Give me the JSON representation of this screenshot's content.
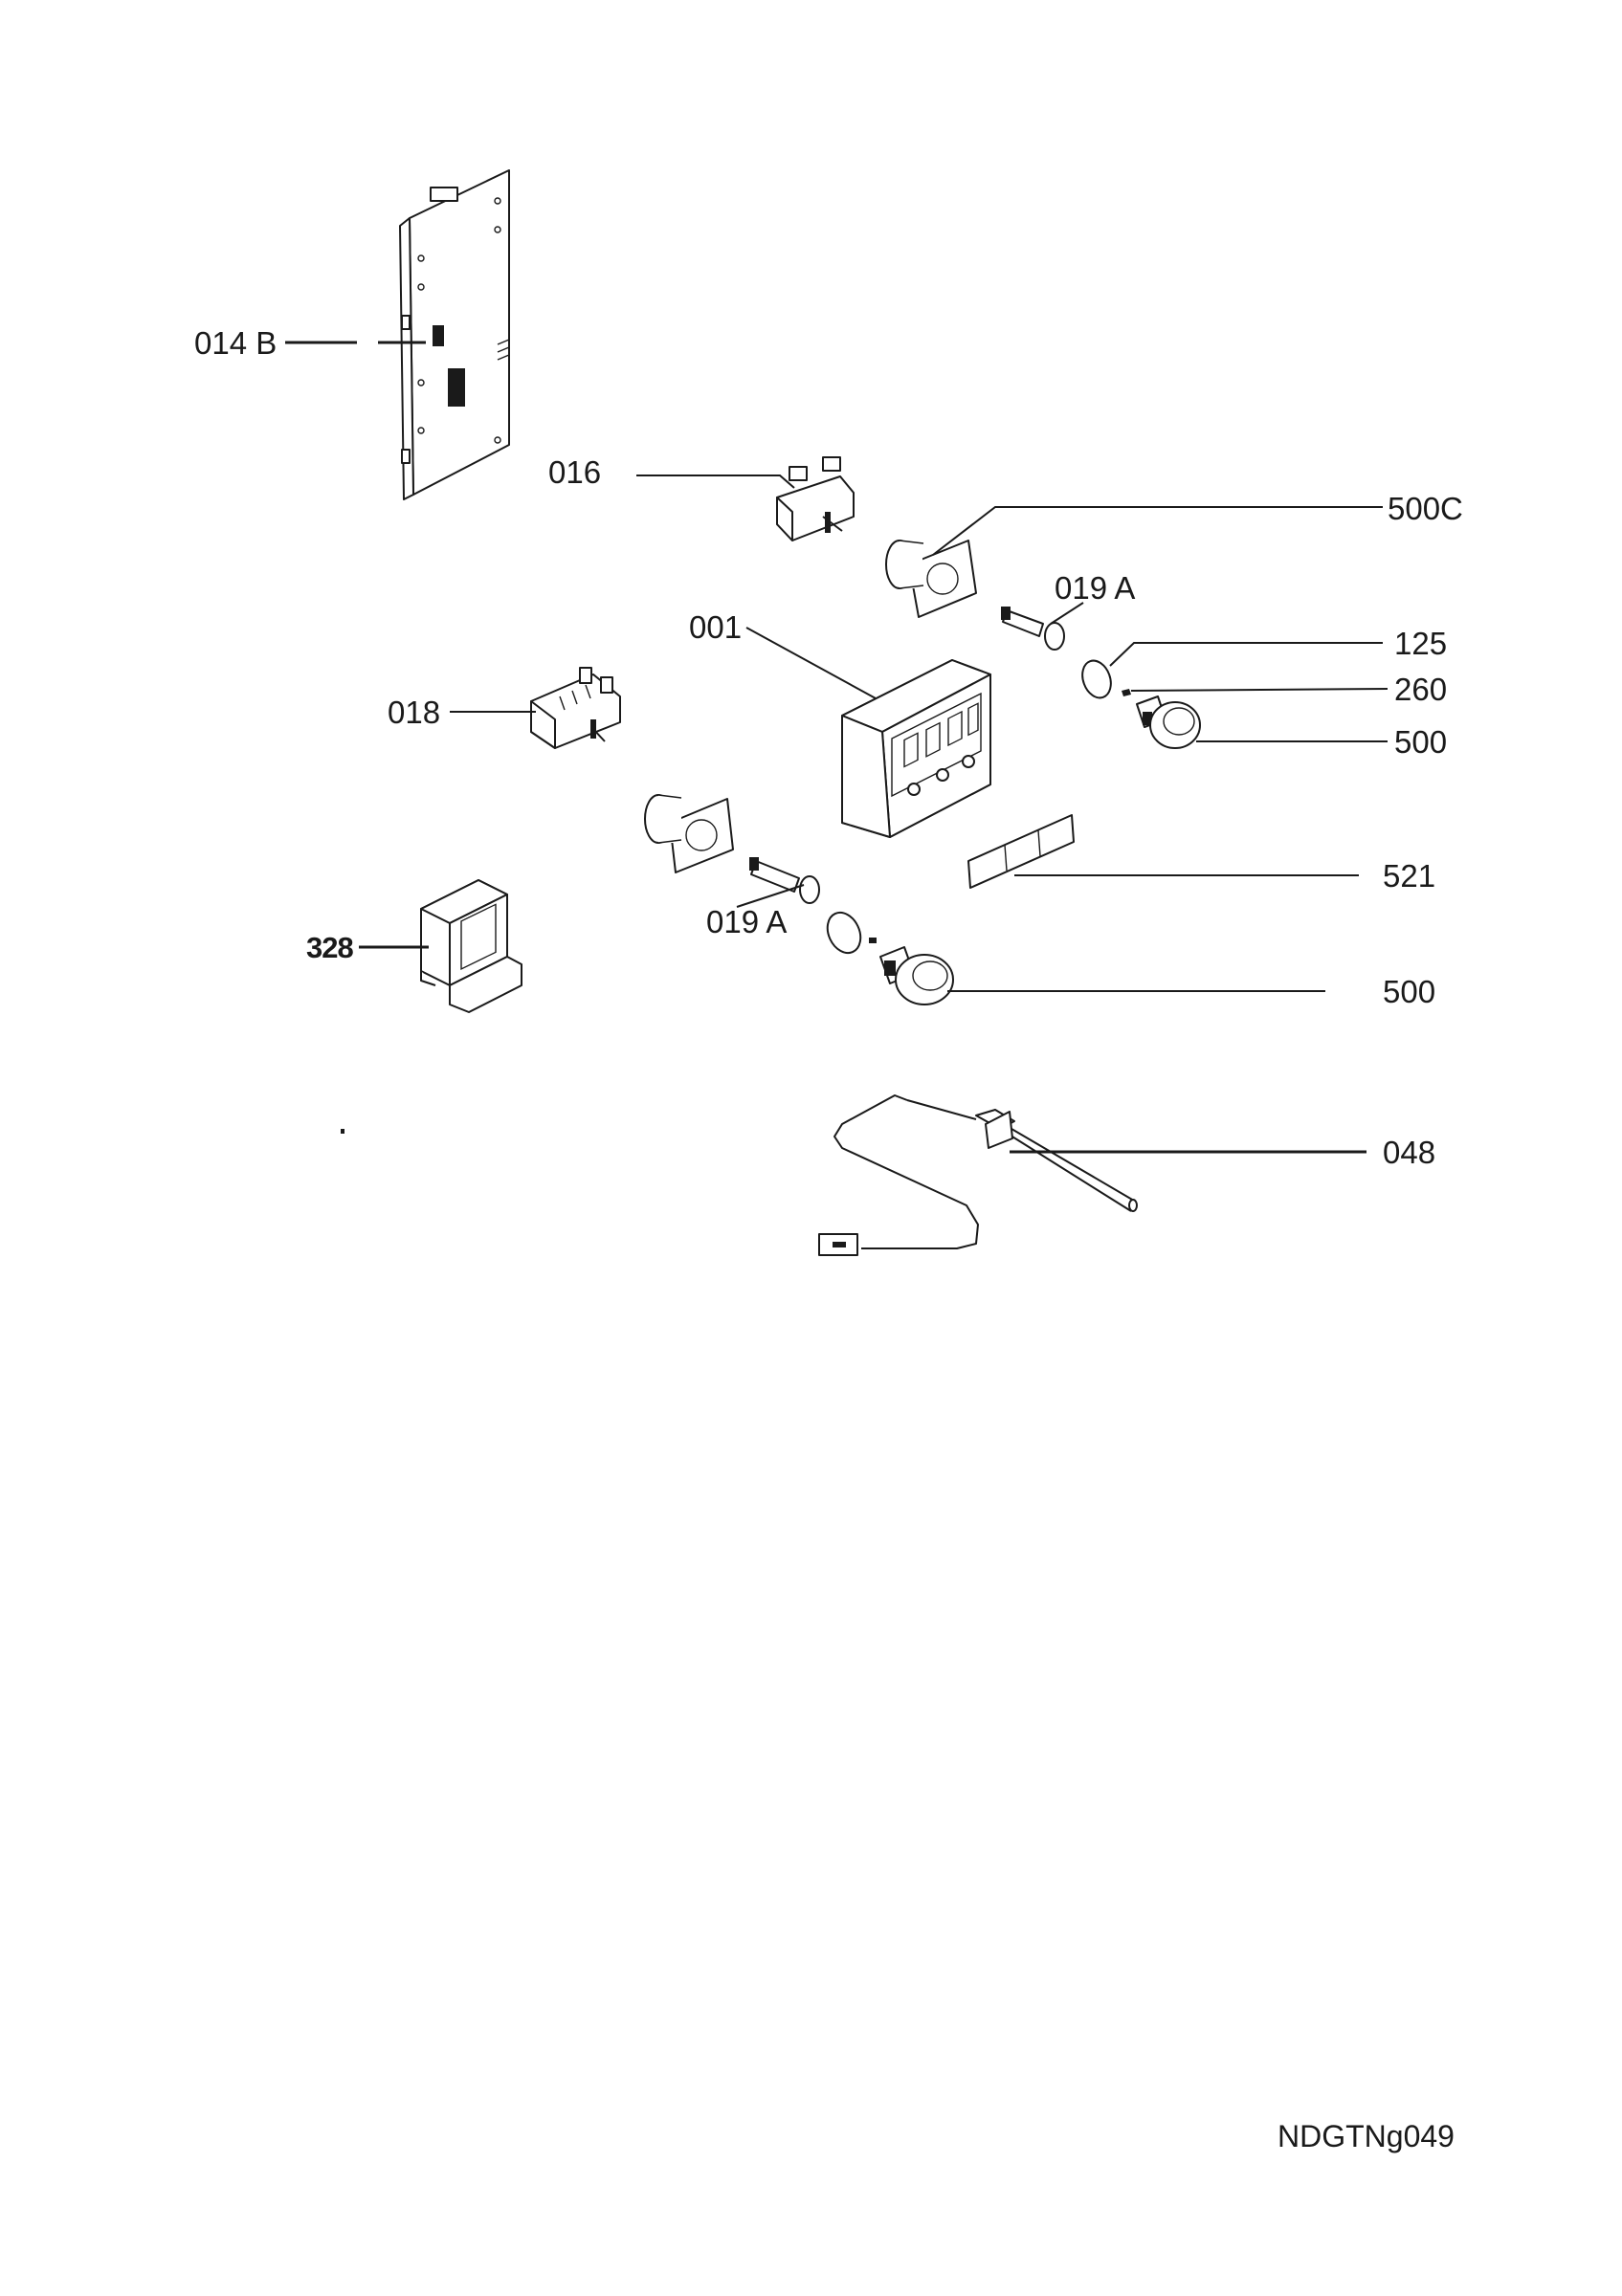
{
  "callouts": {
    "label_014b": "014 B",
    "label_016": "016",
    "label_500c": "500C",
    "label_019a_top": "019 A",
    "label_001": "001",
    "label_125": "125",
    "label_260": "260",
    "label_500_top": "500",
    "label_018": "018",
    "label_521": "521",
    "label_019a_bottom": "019 A",
    "label_328": "328",
    "label_500_bottom": "500",
    "label_048": "048"
  },
  "drawing_code": "NDGTNg049"
}
